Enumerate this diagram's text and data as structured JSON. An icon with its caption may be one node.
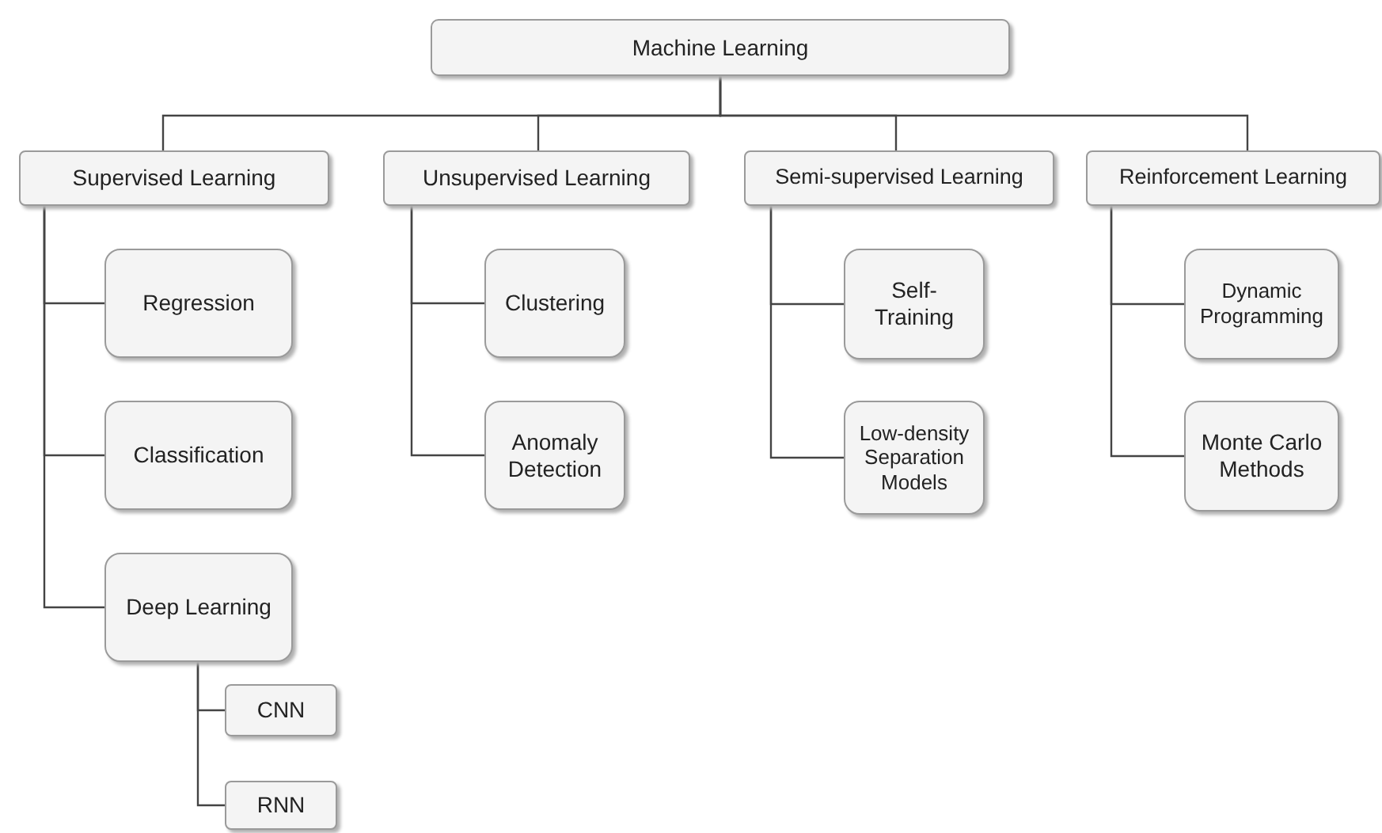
{
  "diagram": {
    "nodes": [
      {
        "text": [
          "Machine Learning"
        ]
      },
      {
        "text": [
          "Supervised Learning"
        ]
      },
      {
        "text": [
          "Unsupervised Learning"
        ]
      },
      {
        "text": [
          "Semi-supervised Learning"
        ]
      },
      {
        "text": [
          "Reinforcement Learning"
        ]
      },
      {
        "text": [
          "Regression"
        ]
      },
      {
        "text": [
          "Classification"
        ]
      },
      {
        "text": [
          "Deep Learning"
        ]
      },
      {
        "text": [
          "CNN"
        ]
      },
      {
        "text": [
          "RNN"
        ]
      },
      {
        "text": [
          "Clustering"
        ]
      },
      {
        "text": [
          "Anomaly Detection"
        ]
      },
      {
        "text": [
          "Self-Training"
        ]
      },
      {
        "text": [
          "Low-density Separation Models"
        ]
      },
      {
        "text": [
          "Dynamic Programming"
        ]
      },
      {
        "text": [
          "Monte Carlo Methods"
        ]
      }
    ],
    "edges": [
      {
        "from": 0,
        "to": 1,
        "arrow": "none"
      },
      {
        "from": 0,
        "to": 2,
        "arrow": "none"
      },
      {
        "from": 0,
        "to": 3,
        "arrow": "none"
      },
      {
        "from": 0,
        "to": 4,
        "arrow": "none"
      },
      {
        "from": 1,
        "to": 5,
        "arrow": "none"
      },
      {
        "from": 1,
        "to": 6,
        "arrow": "none"
      },
      {
        "from": 1,
        "to": 7,
        "arrow": "none"
      },
      {
        "from": 7,
        "to": 8,
        "arrow": "none"
      },
      {
        "from": 7,
        "to": 9,
        "arrow": "none"
      },
      {
        "from": 2,
        "to": 10,
        "arrow": "none"
      },
      {
        "from": 2,
        "to": 11,
        "arrow": "none"
      },
      {
        "from": 3,
        "to": 12,
        "arrow": "none"
      },
      {
        "from": 3,
        "to": 13,
        "arrow": "none"
      },
      {
        "from": 4,
        "to": 14,
        "arrow": "none"
      },
      {
        "from": 4,
        "to": 15,
        "arrow": "none"
      }
    ]
  }
}
